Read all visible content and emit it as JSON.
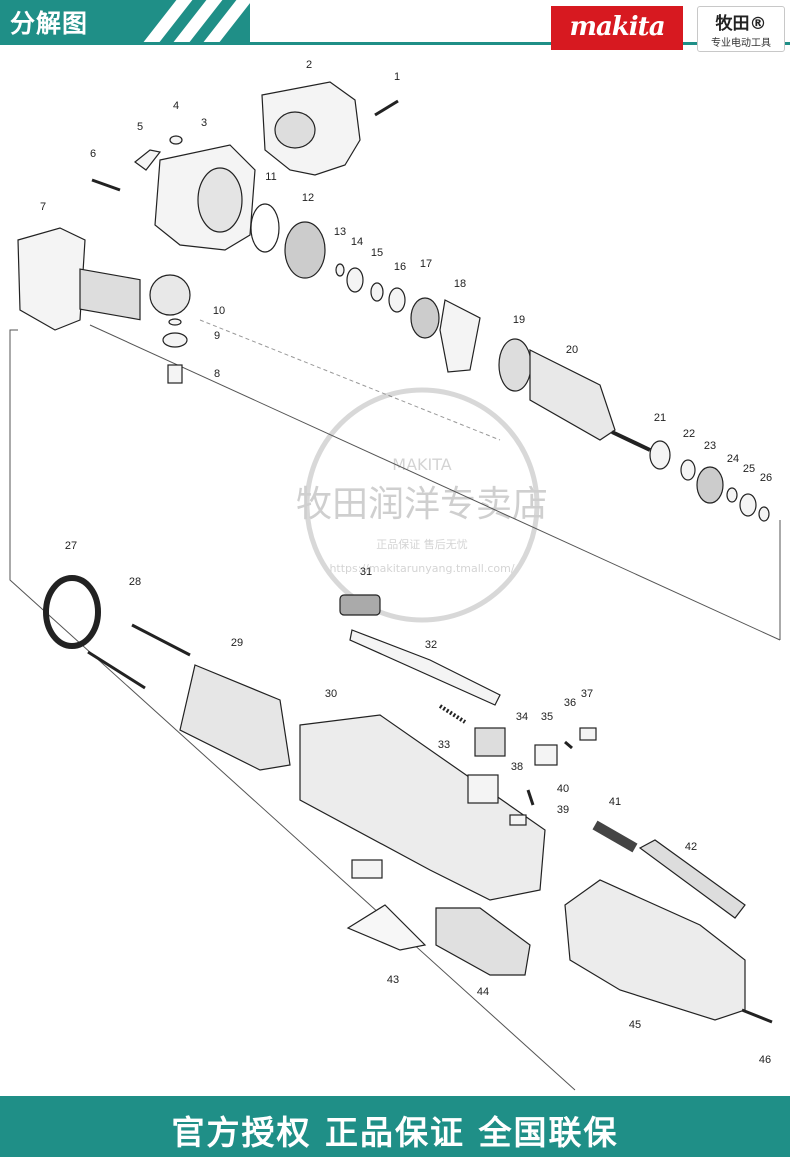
{
  "header": {
    "title": "分解图",
    "logo_text": "makita",
    "brand_cn": "牧田®",
    "brand_sub": "专业电动工具"
  },
  "watermark": {
    "top": "MAKITA",
    "main": "牧田润洋专卖店",
    "sub": "正品保证 售后无忧",
    "url": "https://makitarunyang.tmall.com/"
  },
  "parts": [
    "1",
    "2",
    "3",
    "4",
    "5",
    "6",
    "7",
    "8",
    "9",
    "10",
    "11",
    "12",
    "13",
    "14",
    "15",
    "16",
    "17",
    "18",
    "19",
    "20",
    "21",
    "22",
    "23",
    "24",
    "25",
    "26",
    "27",
    "28",
    "29",
    "30",
    "31",
    "32",
    "33",
    "34",
    "35",
    "36",
    "37",
    "38",
    "39",
    "40",
    "41",
    "42",
    "43",
    "44",
    "45",
    "46"
  ],
  "footer": {
    "text": "官方授权 正品保证 全国联保"
  },
  "colors": {
    "brand_teal": "#1f8f87",
    "makita_red": "#d71920"
  }
}
